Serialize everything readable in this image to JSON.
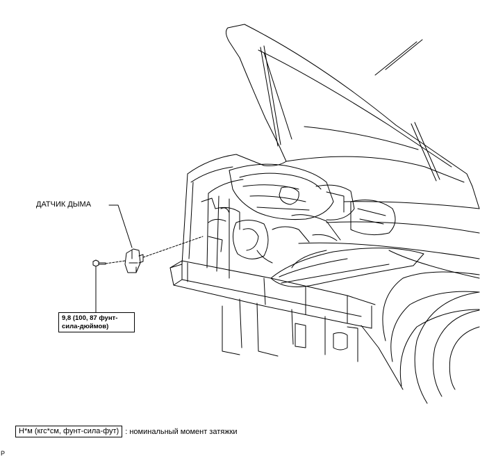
{
  "callouts": {
    "smoke_sensor": "ДАТЧИК ДЫМА",
    "torque_line1": "9,8 (100, 87 фунт-",
    "torque_line2": "сила-дюймов)"
  },
  "legend": {
    "box_text": "Н*м (кгс*см, фунт-сила-фут)",
    "description": ": номинальный момент затяжки"
  },
  "corner_code": "P"
}
